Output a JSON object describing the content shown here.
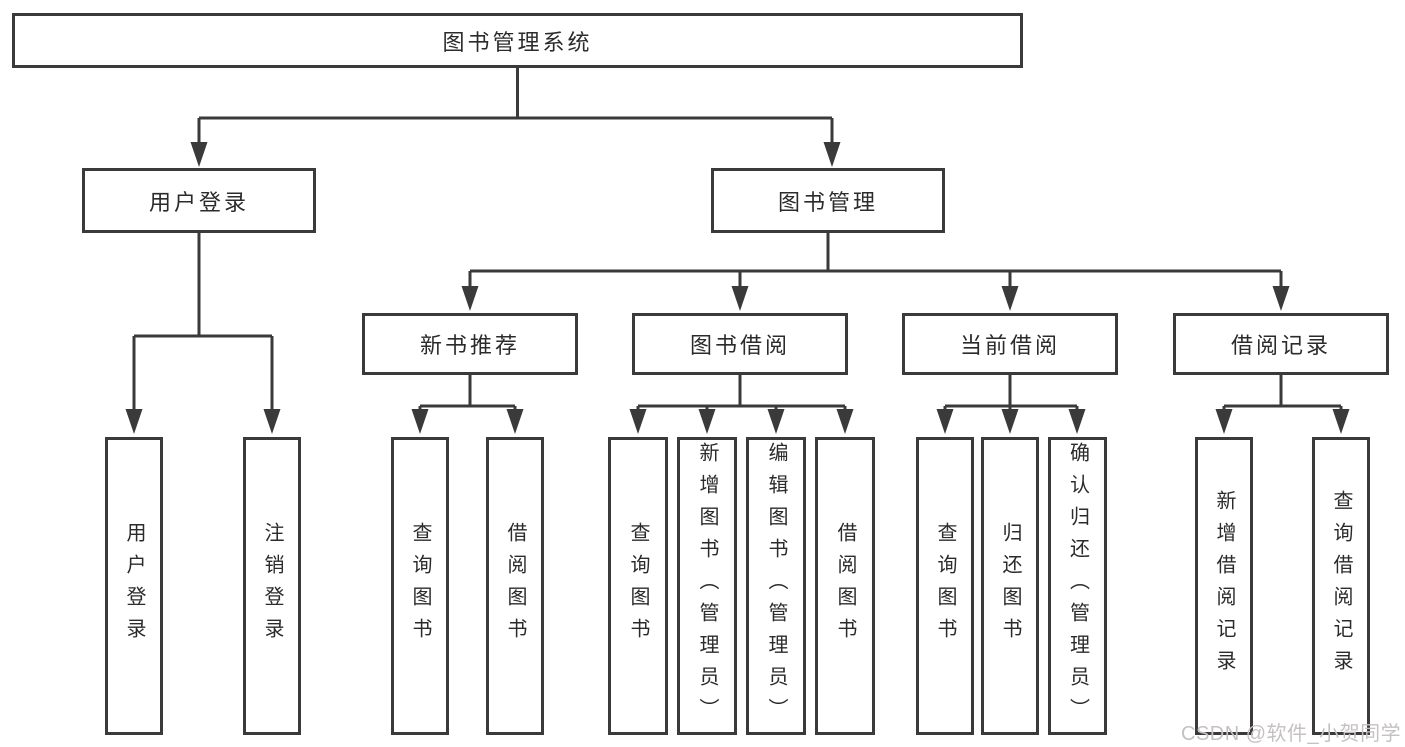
{
  "colors": {
    "line": "#3a3a3a",
    "box_border": "#3a3a3a",
    "text": "#2b2b2b",
    "watermark": "#c6c1c1",
    "background": "#ffffff"
  },
  "root": {
    "label": "图书管理系统"
  },
  "level2": {
    "user_login": "用户登录",
    "book_management": "图书管理"
  },
  "level3": {
    "new_book_recommend": "新书推荐",
    "book_borrow": "图书借阅",
    "current_borrow": "当前借阅",
    "borrow_records": "借阅记录"
  },
  "leaves": {
    "user_login": "用户登录",
    "logout": "注销登录",
    "recommend_query_books": "查询图书",
    "recommend_borrow_books": "借阅图书",
    "borrow_query_books": "查询图书",
    "borrow_add_books_admin": "新增图书（管理员）",
    "borrow_edit_books_admin": "编辑图书（管理员）",
    "borrow_borrow_books": "借阅图书",
    "current_query_books": "查询图书",
    "current_return_books": "归还图书",
    "current_confirm_return_admin": "确认归还（管理员）",
    "records_add_record": "新增借阅记录",
    "records_query_record": "查询借阅记录"
  },
  "watermark": {
    "label": "CSDN @软件_小贺同学"
  }
}
